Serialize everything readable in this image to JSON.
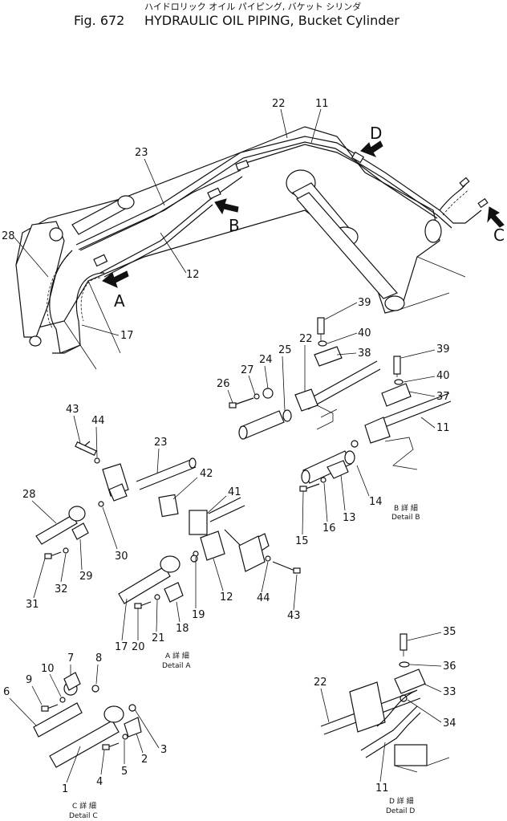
{
  "title": {
    "japanese": "ハイドロリック オイル パイピング, バケット シリンダ",
    "figure": "Fig. 672",
    "english": "HYDRAULIC OIL PIPING, Bucket Cylinder"
  },
  "callouts": [
    "A",
    "B",
    "C",
    "D"
  ],
  "part_numbers": {
    "p1": "1",
    "p2": "2",
    "p3": "3",
    "p4": "4",
    "p5": "5",
    "p6": "6",
    "p7": "7",
    "p8": "8",
    "p9": "9",
    "p10": "10",
    "p11": "11",
    "p12": "12",
    "p13": "13",
    "p14": "14",
    "p15": "15",
    "p16": "16",
    "p17": "17",
    "p18": "18",
    "p19": "19",
    "p20": "20",
    "p21": "21",
    "p22": "22",
    "p23": "23",
    "p24": "24",
    "p25": "25",
    "p26": "26",
    "p27": "27",
    "p28": "28",
    "p29": "29",
    "p30": "30",
    "p31": "31",
    "p32": "32",
    "p33": "33",
    "p34": "34",
    "p35": "35",
    "p36": "36",
    "p37": "37",
    "p38": "38",
    "p39": "39",
    "p40": "40",
    "p41": "41",
    "p42": "42",
    "p43": "43",
    "p44": "44"
  },
  "details": {
    "A": {
      "jp": "A 詳 細",
      "en": "Detail A"
    },
    "B": {
      "jp": "B 詳 細",
      "en": "Detail B"
    },
    "C": {
      "jp": "C 詳 細",
      "en": "Detail C"
    },
    "D": {
      "jp": "D 詳 細",
      "en": "Detail D"
    }
  }
}
